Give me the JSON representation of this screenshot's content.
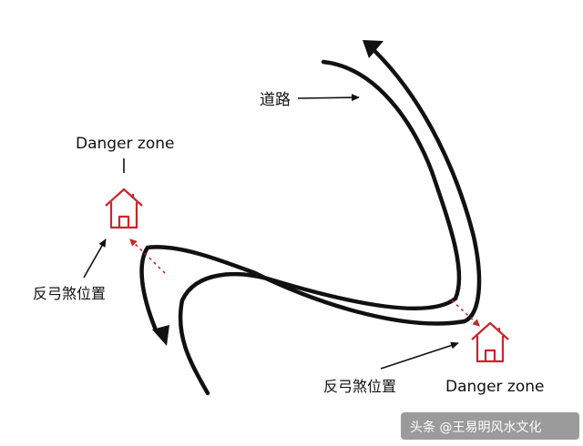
{
  "labels": {
    "road": "道路",
    "danger_zone_left": "Danger zone",
    "danger_zone_right": "Danger zone",
    "reverse_sha_left": "反弓煞位置",
    "reverse_sha_right": "反弓煞位置"
  },
  "watermark": "头条 @王易明风水文化",
  "colors": {
    "road": "#111111",
    "house": "#c8262c",
    "sha_line": "#c8262c",
    "watermark_bg": "#8a8a8a"
  },
  "icons": {
    "house_left": "house-icon",
    "house_right": "house-icon"
  }
}
